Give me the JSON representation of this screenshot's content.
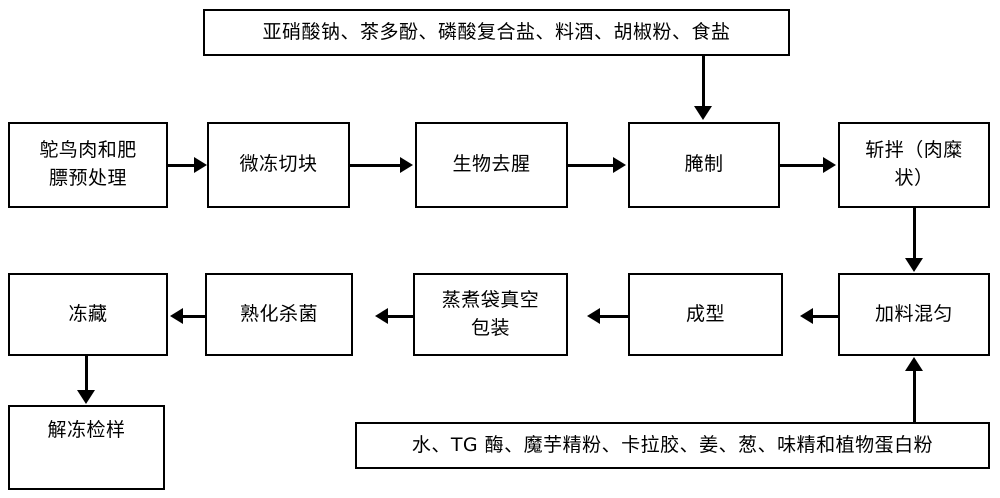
{
  "diagram": {
    "type": "process-flowchart",
    "title": "",
    "background_color": "#ffffff",
    "line_color": "#000000",
    "nodes": {
      "ingredients_top": "亚硝酸钠、茶多酚、磷酸复合盐、料酒、胡椒粉、食盐",
      "pretreatment": "鸵鸟肉和肥\n膘预处理",
      "slight_freeze_cut": "微冻切块",
      "biological_deodorize": "生物去腥",
      "curing": "腌制",
      "chopping": "斩拌（肉糜\n状）",
      "mixing": "加料混匀",
      "forming": "成型",
      "vacuum_packaging": "蒸煮袋真空\n包装",
      "cook_sterilize": "熟化杀菌",
      "frozen_storage": "冻藏",
      "thaw_inspection": "解冻检样",
      "ingredients_bottom": "水、TG 酶、魔芋精粉、卡拉胶、姜、葱、味精和植物蛋白粉"
    },
    "edges": [
      {
        "from": "pretreatment",
        "to": "slight_freeze_cut",
        "direction": "right"
      },
      {
        "from": "slight_freeze_cut",
        "to": "biological_deodorize",
        "direction": "right"
      },
      {
        "from": "biological_deodorize",
        "to": "curing",
        "direction": "right"
      },
      {
        "from": "curing",
        "to": "chopping",
        "direction": "right"
      },
      {
        "from": "ingredients_top",
        "to": "curing",
        "direction": "down"
      },
      {
        "from": "chopping",
        "to": "mixing",
        "direction": "down"
      },
      {
        "from": "ingredients_bottom",
        "to": "mixing",
        "direction": "up"
      },
      {
        "from": "mixing",
        "to": "forming",
        "direction": "left"
      },
      {
        "from": "forming",
        "to": "vacuum_packaging",
        "direction": "left"
      },
      {
        "from": "vacuum_packaging",
        "to": "cook_sterilize",
        "direction": "left"
      },
      {
        "from": "cook_sterilize",
        "to": "frozen_storage",
        "direction": "left"
      },
      {
        "from": "frozen_storage",
        "to": "thaw_inspection",
        "direction": "down"
      }
    ]
  }
}
